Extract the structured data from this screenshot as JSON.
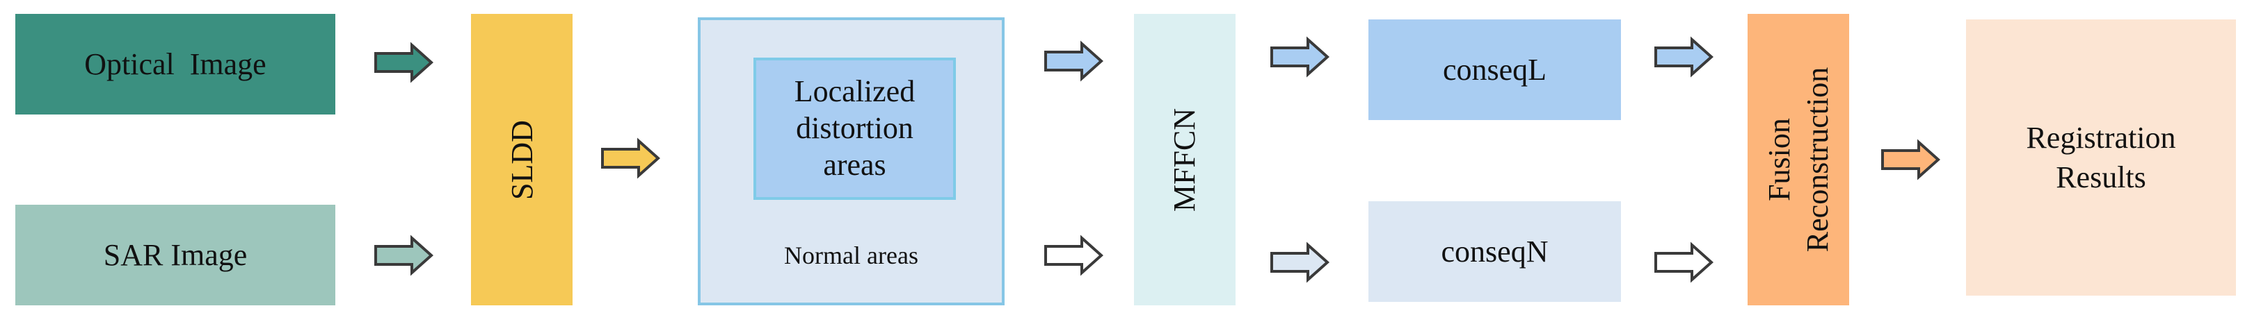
{
  "diagram": {
    "optical_image": "Optical  Image",
    "sar_image": "SAR Image",
    "sldd": "SLDD",
    "localized_distortion": "Localized distortion areas",
    "normal_areas": "Normal areas",
    "mffcn": "MFFCN",
    "conseq_l": "conseqL",
    "conseq_n": "conseqN",
    "fusion": "Fusion",
    "reconstruction": "Reconstruction",
    "registration_results": "Registration Results"
  },
  "colors": {
    "optical": "#3b9080",
    "sar": "#9dc6bc",
    "sldd": "#f6c956",
    "areas_fill": "#dce7f3",
    "areas_border": "#86c6e6",
    "localized_fill": "#a9cdf2",
    "localized_border": "#7fcbe8",
    "mffcn": "#dcf0f2",
    "conseq_l": "#a9cdf2",
    "conseq_n": "#dce7f3",
    "fusion": "#fdb57a",
    "registration": "#fce5d3"
  }
}
